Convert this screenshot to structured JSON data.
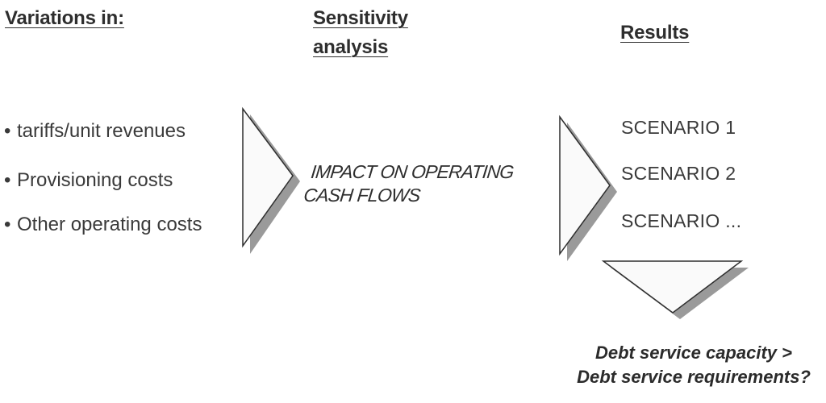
{
  "headings": {
    "variations": "Variations in:",
    "sensitivity_line1": "Sensitivity",
    "sensitivity_line2": "analysis",
    "results": "Results"
  },
  "inputs": [
    {
      "bullet": "•",
      "label": "tariffs/unit revenues"
    },
    {
      "bullet": "•",
      "label": "Provisioning costs"
    },
    {
      "bullet": "•",
      "label": "Other operating costs"
    }
  ],
  "impact": {
    "line1": "IMPACT ON OPERATING",
    "line2": "CASH FLOWS"
  },
  "scenarios": [
    "SCENARIO 1",
    "SCENARIO 2",
    "SCENARIO ..."
  ],
  "question": {
    "line1": "Debt service capacity >",
    "line2": "Debt service requirements?"
  },
  "colors": {
    "shape_fill": "#fafafa",
    "shape_stroke": "#2e2e2e",
    "shadow": "#9a9a9a"
  }
}
